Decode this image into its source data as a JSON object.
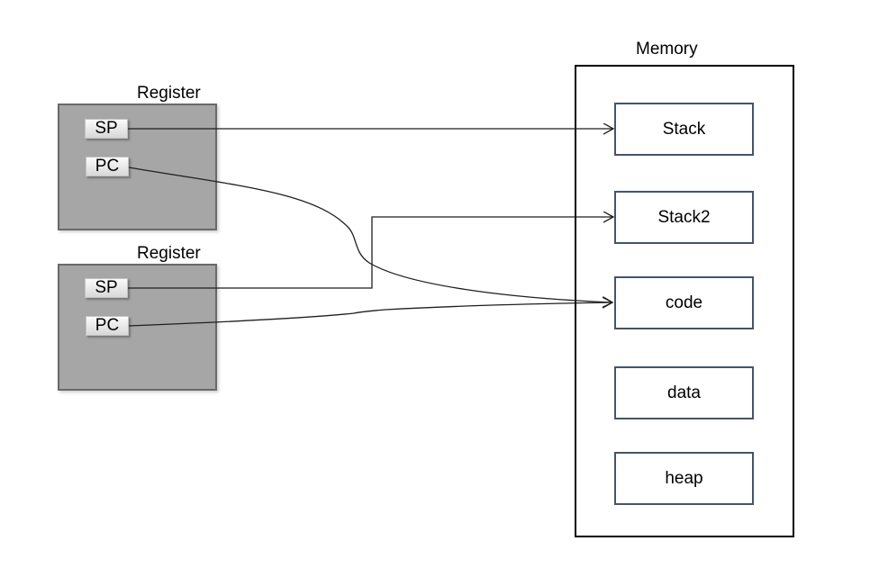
{
  "registers": [
    {
      "title": "Register",
      "fields": [
        {
          "label": "SP"
        },
        {
          "label": "PC"
        }
      ]
    },
    {
      "title": "Register",
      "fields": [
        {
          "label": "SP"
        },
        {
          "label": "PC"
        }
      ]
    }
  ],
  "memory": {
    "title": "Memory",
    "blocks": [
      {
        "label": "Stack"
      },
      {
        "label": "Stack2"
      },
      {
        "label": "code"
      },
      {
        "label": "data"
      },
      {
        "label": "heap"
      }
    ]
  },
  "connectors": [
    {
      "from": "register-1-sp",
      "to": "memory-stack",
      "style": "straight-arrow"
    },
    {
      "from": "register-1-pc",
      "to": "memory-code",
      "style": "curved-arrow"
    },
    {
      "from": "register-2-sp",
      "to": "memory-stack2",
      "style": "elbow-arrow"
    },
    {
      "from": "register-2-pc",
      "to": "memory-code",
      "style": "curved-arrow"
    }
  ],
  "colors": {
    "background": "#ffffff",
    "register_fill": "#a6a6a6",
    "register_border": "#696969",
    "field_fill_top": "#fbfbfb",
    "field_fill_bottom": "#d8d8d8",
    "memory_border": "#000000",
    "block_border": "#44546a",
    "connector": "#1f1f1f",
    "text": "#000000"
  }
}
